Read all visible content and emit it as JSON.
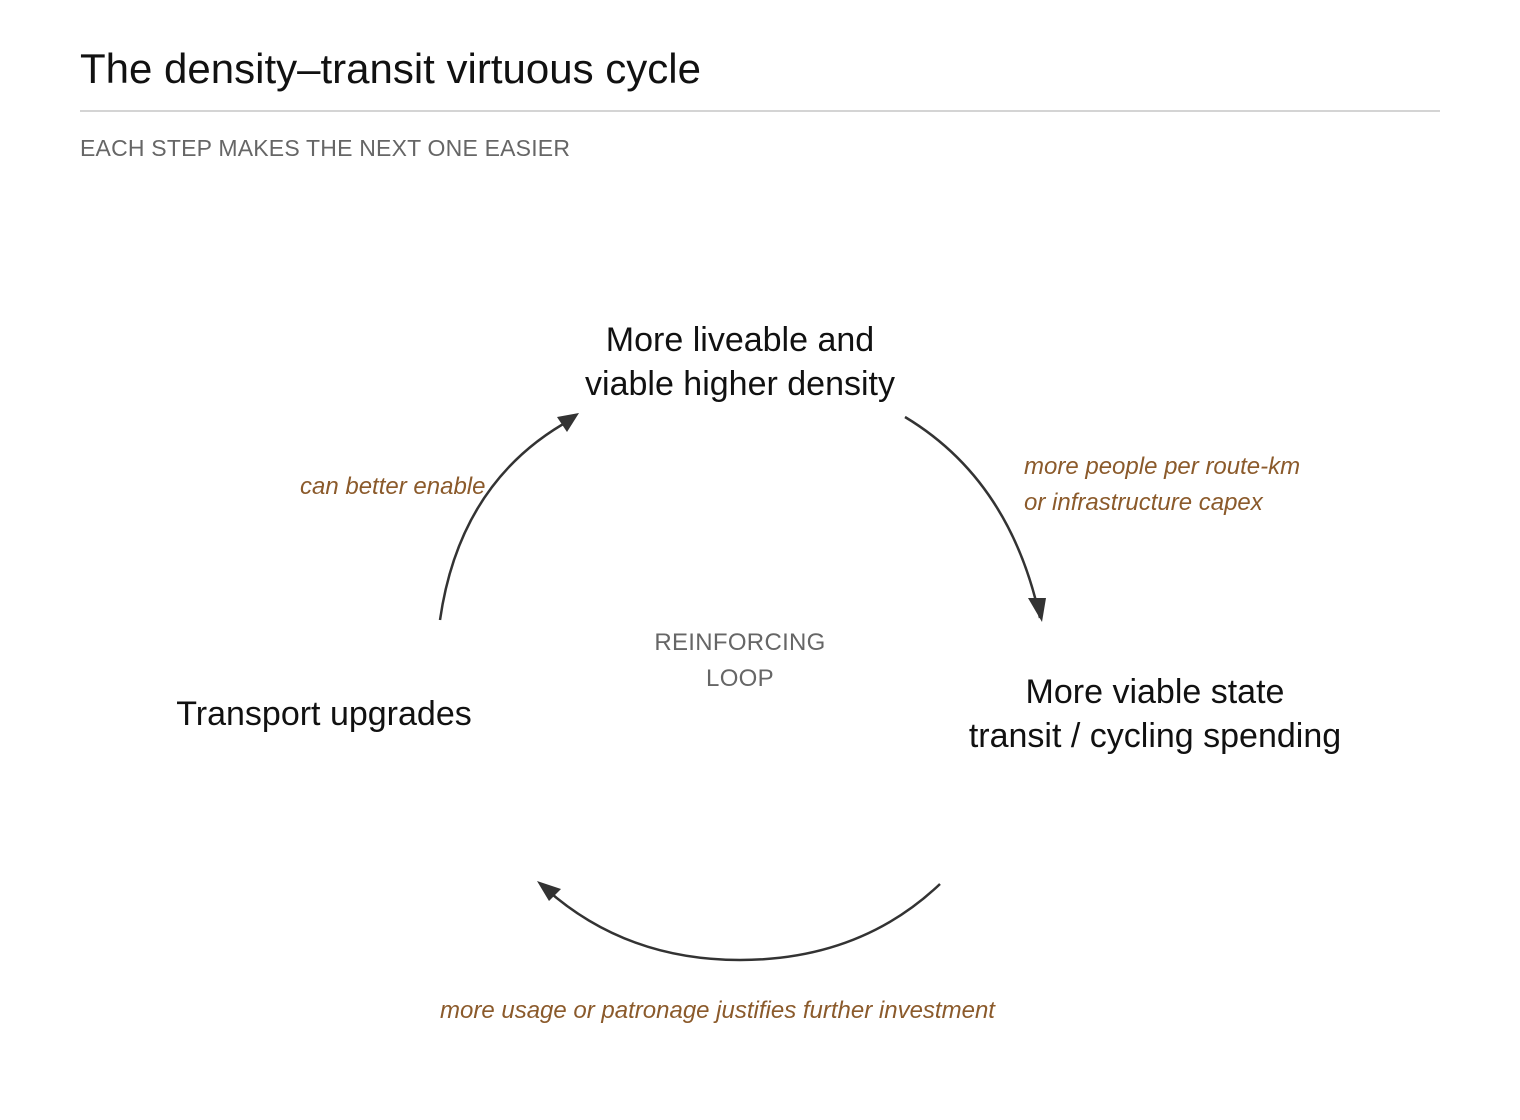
{
  "title": "The density–transit virtuous cycle",
  "subtitle": "EACH STEP MAKES THE NEXT ONE EASIER",
  "nodes": {
    "top": [
      "More liveable and",
      "viable higher density"
    ],
    "right": [
      "More viable state",
      "transit / cycling spending"
    ],
    "left": [
      "Transport upgrades"
    ]
  },
  "center_label": [
    "REINFORCING",
    "LOOP"
  ],
  "edges": {
    "top_to_right": [
      "more people per route-km",
      "or infrastructure capex"
    ],
    "right_to_left": "more usage or patronage justifies further investment",
    "left_to_top": "can better enable"
  },
  "colors": {
    "text": "#111111",
    "muted": "#666666",
    "edge_label": "#8b5a2b",
    "arrow": "#333333",
    "rule": "#d4d4d4"
  }
}
